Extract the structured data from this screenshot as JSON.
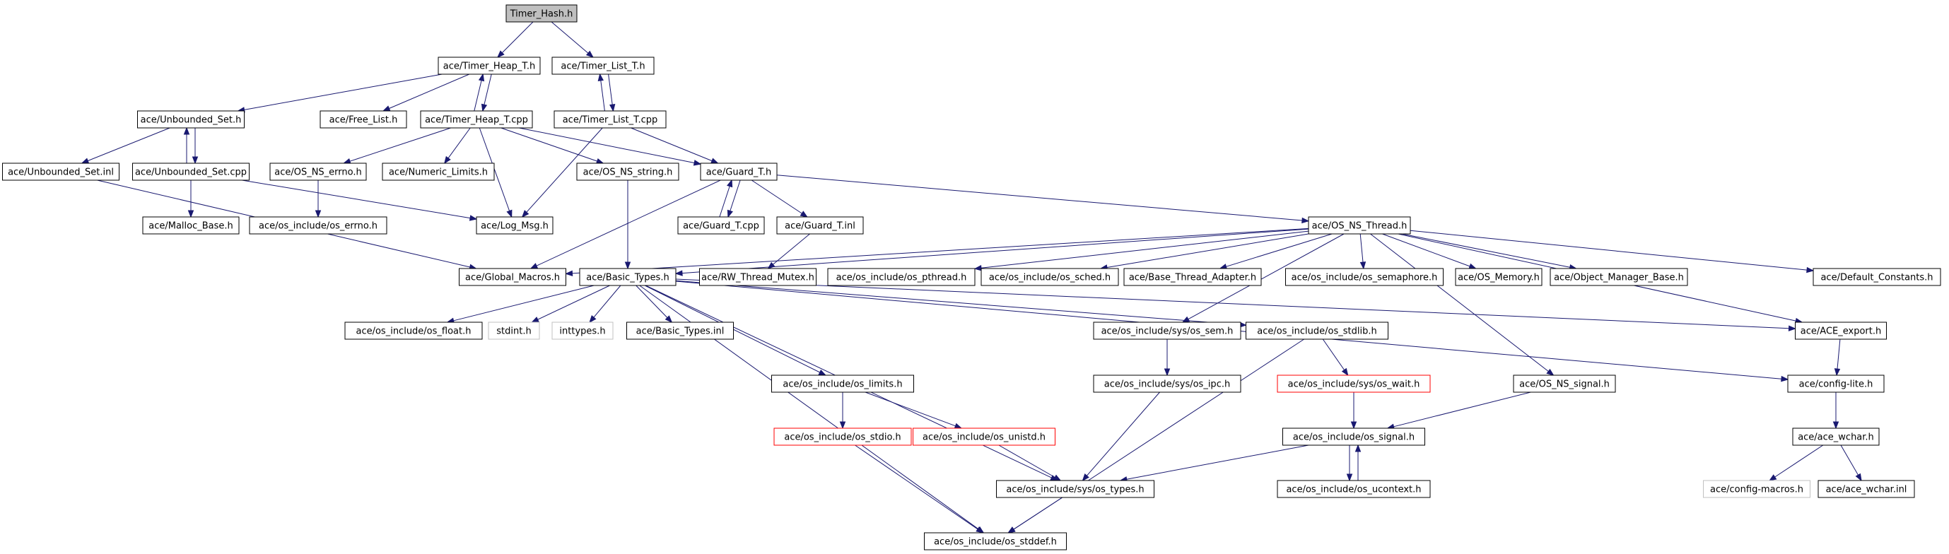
{
  "nodes": [
    {
      "id": "timer_hash",
      "label": "Timer_Hash.h",
      "style": "root"
    },
    {
      "id": "timer_heap_h",
      "label": "ace/Timer_Heap_T.h"
    },
    {
      "id": "timer_list_h",
      "label": "ace/Timer_List_T.h"
    },
    {
      "id": "unbounded_set_h",
      "label": "ace/Unbounded_Set.h"
    },
    {
      "id": "free_list",
      "label": "ace/Free_List.h"
    },
    {
      "id": "timer_heap_cpp",
      "label": "ace/Timer_Heap_T.cpp"
    },
    {
      "id": "timer_list_cpp",
      "label": "ace/Timer_List_T.cpp"
    },
    {
      "id": "unbounded_set_inl",
      "label": "ace/Unbounded_Set.inl"
    },
    {
      "id": "unbounded_set_cpp",
      "label": "ace/Unbounded_Set.cpp"
    },
    {
      "id": "os_ns_errno",
      "label": "ace/OS_NS_errno.h"
    },
    {
      "id": "numeric_limits",
      "label": "ace/Numeric_Limits.h"
    },
    {
      "id": "os_ns_string",
      "label": "ace/OS_NS_string.h"
    },
    {
      "id": "guard_h",
      "label": "ace/Guard_T.h"
    },
    {
      "id": "malloc_base",
      "label": "ace/Malloc_Base.h"
    },
    {
      "id": "os_errno",
      "label": "ace/os_include/os_errno.h"
    },
    {
      "id": "log_msg",
      "label": "ace/Log_Msg.h"
    },
    {
      "id": "guard_cpp",
      "label": "ace/Guard_T.cpp"
    },
    {
      "id": "guard_inl",
      "label": "ace/Guard_T.inl"
    },
    {
      "id": "os_ns_thread",
      "label": "ace/OS_NS_Thread.h"
    },
    {
      "id": "global_macros",
      "label": "ace/Global_Macros.h"
    },
    {
      "id": "basic_types",
      "label": "ace/Basic_Types.h"
    },
    {
      "id": "rw_thread_mutex",
      "label": "ace/RW_Thread_Mutex.h"
    },
    {
      "id": "os_pthread",
      "label": "ace/os_include/os_pthread.h"
    },
    {
      "id": "os_sched",
      "label": "ace/os_include/os_sched.h"
    },
    {
      "id": "base_thread_adapter",
      "label": "ace/Base_Thread_Adapter.h"
    },
    {
      "id": "os_semaphore",
      "label": "ace/os_include/os_semaphore.h"
    },
    {
      "id": "os_memory",
      "label": "ace/OS_Memory.h"
    },
    {
      "id": "object_manager_base",
      "label": "ace/Object_Manager_Base.h"
    },
    {
      "id": "default_constants",
      "label": "ace/Default_Constants.h"
    },
    {
      "id": "os_float",
      "label": "ace/os_include/os_float.h"
    },
    {
      "id": "stdint",
      "label": "stdint.h",
      "style": "gray"
    },
    {
      "id": "inttypes",
      "label": "inttypes.h",
      "style": "gray"
    },
    {
      "id": "basic_types_inl",
      "label": "ace/Basic_Types.inl"
    },
    {
      "id": "os_sem",
      "label": "ace/os_include/sys/os_sem.h"
    },
    {
      "id": "os_stdlib",
      "label": "ace/os_include/os_stdlib.h"
    },
    {
      "id": "ace_export",
      "label": "ace/ACE_export.h"
    },
    {
      "id": "os_limits",
      "label": "ace/os_include/os_limits.h"
    },
    {
      "id": "os_ipc",
      "label": "ace/os_include/sys/os_ipc.h"
    },
    {
      "id": "os_wait",
      "label": "ace/os_include/sys/os_wait.h",
      "style": "red"
    },
    {
      "id": "os_ns_signal",
      "label": "ace/OS_NS_signal.h"
    },
    {
      "id": "config_lite",
      "label": "ace/config-lite.h"
    },
    {
      "id": "os_stdio",
      "label": "ace/os_include/os_stdio.h",
      "style": "red"
    },
    {
      "id": "os_unistd",
      "label": "ace/os_include/os_unistd.h",
      "style": "red"
    },
    {
      "id": "os_signal",
      "label": "ace/os_include/os_signal.h"
    },
    {
      "id": "ace_wchar_h",
      "label": "ace/ace_wchar.h"
    },
    {
      "id": "os_types",
      "label": "ace/os_include/sys/os_types.h"
    },
    {
      "id": "os_ucontext",
      "label": "ace/os_include/os_ucontext.h"
    },
    {
      "id": "config_macros",
      "label": "ace/config-macros.h",
      "style": "gray"
    },
    {
      "id": "ace_wchar_inl",
      "label": "ace/ace_wchar.inl"
    },
    {
      "id": "os_stddef",
      "label": "ace/os_include/os_stddef.h"
    }
  ],
  "edges": [
    [
      "timer_hash",
      "timer_heap_h"
    ],
    [
      "timer_hash",
      "timer_list_h"
    ],
    [
      "timer_heap_h",
      "unbounded_set_h"
    ],
    [
      "timer_heap_h",
      "free_list"
    ],
    [
      "timer_heap_h",
      "timer_heap_cpp"
    ],
    [
      "timer_heap_cpp",
      "timer_heap_h"
    ],
    [
      "timer_list_h",
      "timer_list_cpp"
    ],
    [
      "timer_list_cpp",
      "timer_list_h"
    ],
    [
      "unbounded_set_h",
      "unbounded_set_inl"
    ],
    [
      "unbounded_set_h",
      "unbounded_set_cpp"
    ],
    [
      "unbounded_set_cpp",
      "unbounded_set_h"
    ],
    [
      "unbounded_set_cpp",
      "malloc_base"
    ],
    [
      "unbounded_set_cpp",
      "log_msg"
    ],
    [
      "unbounded_set_inl",
      "global_macros"
    ],
    [
      "timer_heap_cpp",
      "os_ns_errno"
    ],
    [
      "timer_heap_cpp",
      "numeric_limits"
    ],
    [
      "timer_heap_cpp",
      "os_ns_string"
    ],
    [
      "timer_heap_cpp",
      "guard_h"
    ],
    [
      "timer_heap_cpp",
      "log_msg"
    ],
    [
      "timer_list_cpp",
      "guard_h"
    ],
    [
      "timer_list_cpp",
      "log_msg"
    ],
    [
      "os_ns_errno",
      "os_errno"
    ],
    [
      "os_ns_string",
      "basic_types"
    ],
    [
      "guard_h",
      "guard_cpp"
    ],
    [
      "guard_cpp",
      "guard_h"
    ],
    [
      "guard_h",
      "guard_inl"
    ],
    [
      "guard_h",
      "os_ns_thread"
    ],
    [
      "guard_h",
      "global_macros"
    ],
    [
      "guard_inl",
      "rw_thread_mutex"
    ],
    [
      "os_ns_thread",
      "global_macros"
    ],
    [
      "os_ns_thread",
      "basic_types"
    ],
    [
      "os_ns_thread",
      "os_pthread"
    ],
    [
      "os_ns_thread",
      "os_sched"
    ],
    [
      "os_ns_thread",
      "base_thread_adapter"
    ],
    [
      "os_ns_thread",
      "os_semaphore"
    ],
    [
      "os_ns_thread",
      "os_memory"
    ],
    [
      "os_ns_thread",
      "object_manager_base"
    ],
    [
      "os_ns_thread",
      "default_constants"
    ],
    [
      "os_ns_thread",
      "ace_export"
    ],
    [
      "os_ns_thread",
      "os_ns_signal"
    ],
    [
      "os_ns_thread",
      "os_sem"
    ],
    [
      "basic_types",
      "os_float"
    ],
    [
      "basic_types",
      "stdint"
    ],
    [
      "basic_types",
      "inttypes"
    ],
    [
      "basic_types",
      "basic_types_inl"
    ],
    [
      "basic_types",
      "os_limits"
    ],
    [
      "basic_types",
      "os_types"
    ],
    [
      "basic_types",
      "os_stddef"
    ],
    [
      "basic_types",
      "os_stdlib"
    ],
    [
      "basic_types",
      "ace_export"
    ],
    [
      "basic_types",
      "config_lite"
    ],
    [
      "os_sem",
      "os_ipc"
    ],
    [
      "os_ipc",
      "os_types"
    ],
    [
      "os_stdlib",
      "os_wait"
    ],
    [
      "os_stdlib",
      "os_stddef"
    ],
    [
      "os_wait",
      "os_signal"
    ],
    [
      "os_limits",
      "os_stdio"
    ],
    [
      "os_limits",
      "os_unistd"
    ],
    [
      "os_stdio",
      "os_stddef"
    ],
    [
      "os_unistd",
      "os_types"
    ],
    [
      "os_ns_signal",
      "os_signal"
    ],
    [
      "os_signal",
      "os_types"
    ],
    [
      "os_signal",
      "os_ucontext"
    ],
    [
      "os_ucontext",
      "os_signal"
    ],
    [
      "os_types",
      "os_stddef"
    ],
    [
      "ace_export",
      "config_lite"
    ],
    [
      "config_lite",
      "ace_wchar_h"
    ],
    [
      "ace_wchar_h",
      "config_macros"
    ],
    [
      "ace_wchar_h",
      "ace_wchar_inl"
    ]
  ]
}
